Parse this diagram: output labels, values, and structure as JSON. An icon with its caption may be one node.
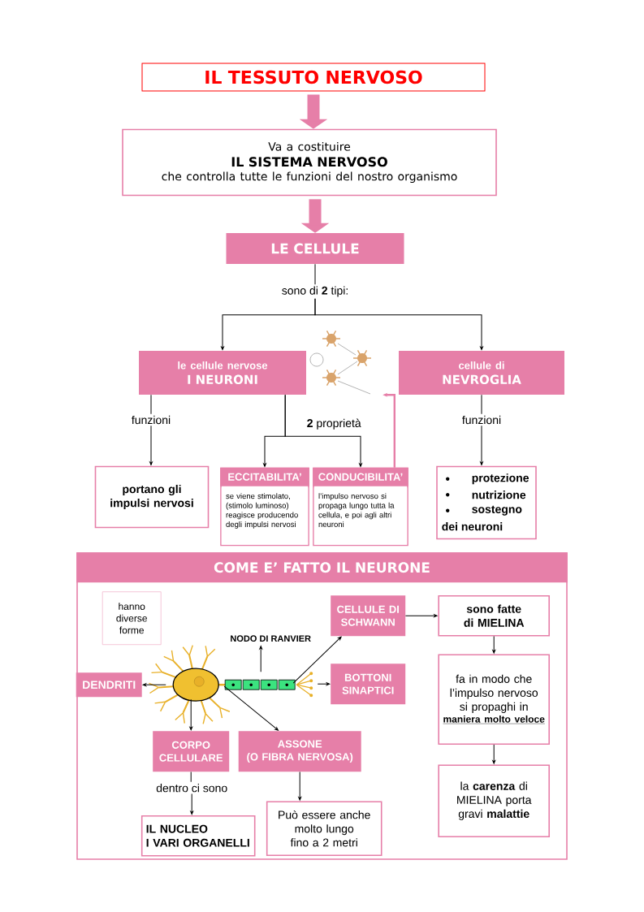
{
  "diagram": {
    "nodes": [
      {
        "text": [
          "IL TESSUTO NERVOSO"
        ]
      },
      {
        "text": [
          "Va a costituire",
          "IL SISTEMA NERVOSO",
          "che controlla tutte le funzioni del nostro organismo"
        ]
      },
      {
        "text": [
          "LE CELLULE"
        ]
      },
      {
        "text": [
          "sono di **2** tipi:"
        ]
      },
      {
        "text": [
          "le cellule nervose",
          "I NEURONI"
        ]
      },
      {
        "text": [],
        "shape": "picture"
      },
      {
        "text": [
          "cellule di",
          "NEVROGLIA"
        ]
      },
      {
        "text": [
          "funzioni"
        ]
      },
      {
        "text": [
          "funzioni"
        ]
      },
      {
        "text": [
          "portano gli impulsi nervosi"
        ]
      },
      {
        "text": [
          "ECCITABILITA’",
          "se viene stimolato, (stimolo luminoso) reagisce producendo degli impulsi nervosi"
        ]
      },
      {
        "text": [
          "CONDUCIBILITA’",
          "l’impulso nervoso si propaga lungo tutta la cellula, e poi agli altri neuroni"
        ]
      },
      {
        "text": [
          "protezione",
          "nutrizione",
          "sostegno",
          "dei neuroni"
        ]
      },
      {
        "text": [
          "COME E’ FATTO IL NEURONE"
        ]
      },
      {
        "text": [
          "hanno diverse forme"
        ],
        "in": 13
      },
      {
        "text": [],
        "shape": "picture",
        "in": 13
      },
      {
        "text": [
          "DENDRITI"
        ],
        "in": 13
      },
      {
        "text": [
          "NODO DI RANVIER"
        ],
        "in": 13
      },
      {
        "text": [
          "CELLULE DI SCHWANN"
        ],
        "in": 13
      },
      {
        "text": [
          "BOTTONI SINAPTICI"
        ],
        "in": 13
      },
      {
        "text": [
          "CORPO CELLULARE"
        ],
        "in": 13
      },
      {
        "text": [
          "ASSONE",
          "(O FIBRA NERVOSA)"
        ],
        "in": 13
      },
      {
        "text": [
          "dentro ci sono"
        ],
        "in": 13
      },
      {
        "text": [
          "IL NUCLEO",
          "I VARI ORGANELLI"
        ],
        "in": 13
      },
      {
        "text": [
          "Può essere anche molto lungo fino a 2 metri"
        ],
        "in": 13
      },
      {
        "text": [
          "sono fatte di MIELINA"
        ],
        "in": 13
      },
      {
        "text": [
          "fa in modo che l’impulso nervoso si propaghi in",
          "maniera molto veloce"
        ],
        "in": 13
      },
      {
        "text": [
          "la **carenza** di MIELINA porta gravi **malattie**"
        ],
        "in": 13
      }
    ],
    "edges": [
      {
        "from": 0,
        "to": 1,
        "arrow": "to",
        "style": "thick",
        "color": "#e67fa8"
      },
      {
        "from": 1,
        "to": 2,
        "arrow": "to",
        "style": "thick",
        "color": "#e67fa8"
      },
      {
        "from": 2,
        "to": 3,
        "arrow": "none"
      },
      {
        "from": 3,
        "to": 4,
        "arrow": "to"
      },
      {
        "from": 3,
        "to": 6,
        "arrow": "to"
      },
      {
        "from": 4,
        "to": 7,
        "arrow": "none"
      },
      {
        "from": 7,
        "to": 9,
        "arrow": "to"
      },
      {
        "from": 4,
        "to": 10,
        "arrow": "to"
      },
      {
        "from": 4,
        "to": 11,
        "arrow": "to",
        "label": "**2** proprietà"
      },
      {
        "from": 6,
        "to": 8,
        "arrow": "none"
      },
      {
        "from": 8,
        "to": 12,
        "arrow": "to"
      },
      {
        "from": 11,
        "to": 5,
        "arrow": "to",
        "color": "#e67fa8"
      },
      {
        "from": 15,
        "to": 16,
        "arrow": "to"
      },
      {
        "from": 15,
        "to": 17,
        "arrow": "to"
      },
      {
        "from": 15,
        "to": 18,
        "arrow": "to"
      },
      {
        "from": 15,
        "to": 19,
        "arrow": "to"
      },
      {
        "from": 15,
        "to": 20,
        "arrow": "to"
      },
      {
        "from": 15,
        "to": 21,
        "arrow": "to"
      },
      {
        "from": 20,
        "to": 22,
        "arrow": "none"
      },
      {
        "from": 22,
        "to": 23,
        "arrow": "to"
      },
      {
        "from": 21,
        "to": 24,
        "arrow": "to"
      },
      {
        "from": 18,
        "to": 25,
        "arrow": "to"
      },
      {
        "from": 25,
        "to": 26,
        "arrow": "to"
      },
      {
        "from": 26,
        "to": 27,
        "arrow": "to"
      }
    ]
  }
}
